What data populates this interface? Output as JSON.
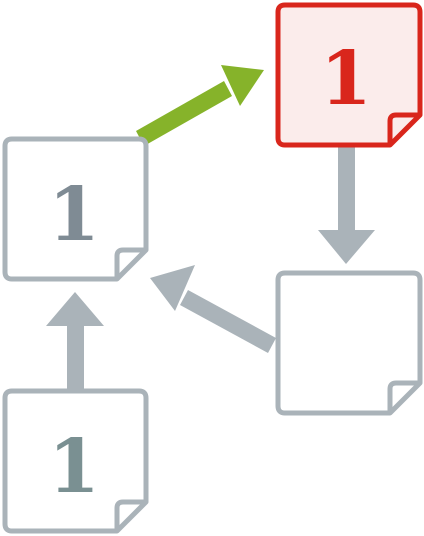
{
  "nodes": {
    "top_right": {
      "label": "1",
      "state": "active"
    },
    "middle_left": {
      "label": "1",
      "state": "inactive"
    },
    "bottom_left": {
      "label": "1",
      "state": "inactive"
    },
    "middle_right": {
      "label": "",
      "state": "empty"
    }
  },
  "colors": {
    "active_stroke": "#d9261c",
    "active_fill": "#fbeceb",
    "inactive_stroke": "#aab3b9",
    "inactive_text": "#7f8b94",
    "bottom_text": "#7a9092",
    "highlight_arrow": "#86b32a",
    "connector": "#aab3b9"
  }
}
